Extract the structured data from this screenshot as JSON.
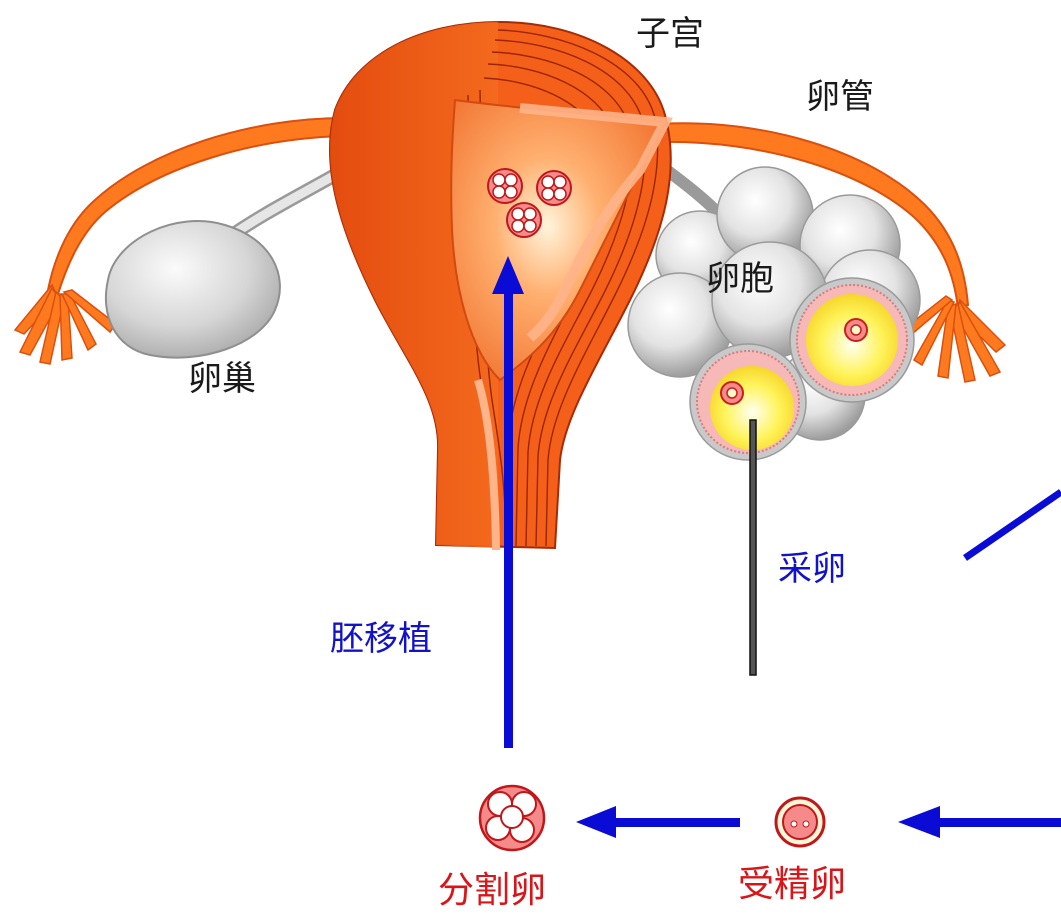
{
  "labels": {
    "uterus": "子宫",
    "tube": "卵管",
    "ovary": "卵巢",
    "follicle": "卵胞",
    "retrieval": "采卵",
    "transfer": "胚移植",
    "cleavage": "分割卵",
    "fertilized": "受精卵"
  },
  "colors": {
    "arrow": "#0b0bd6",
    "label_blue": "#1212c8",
    "label_red": "#d8161a",
    "tissue": "#f26a1c",
    "tissue_dark": "#c8400c",
    "tube": "#ff7a1e",
    "ovary": "#cfcfcf",
    "follicle_yellow": "#fff13a"
  }
}
